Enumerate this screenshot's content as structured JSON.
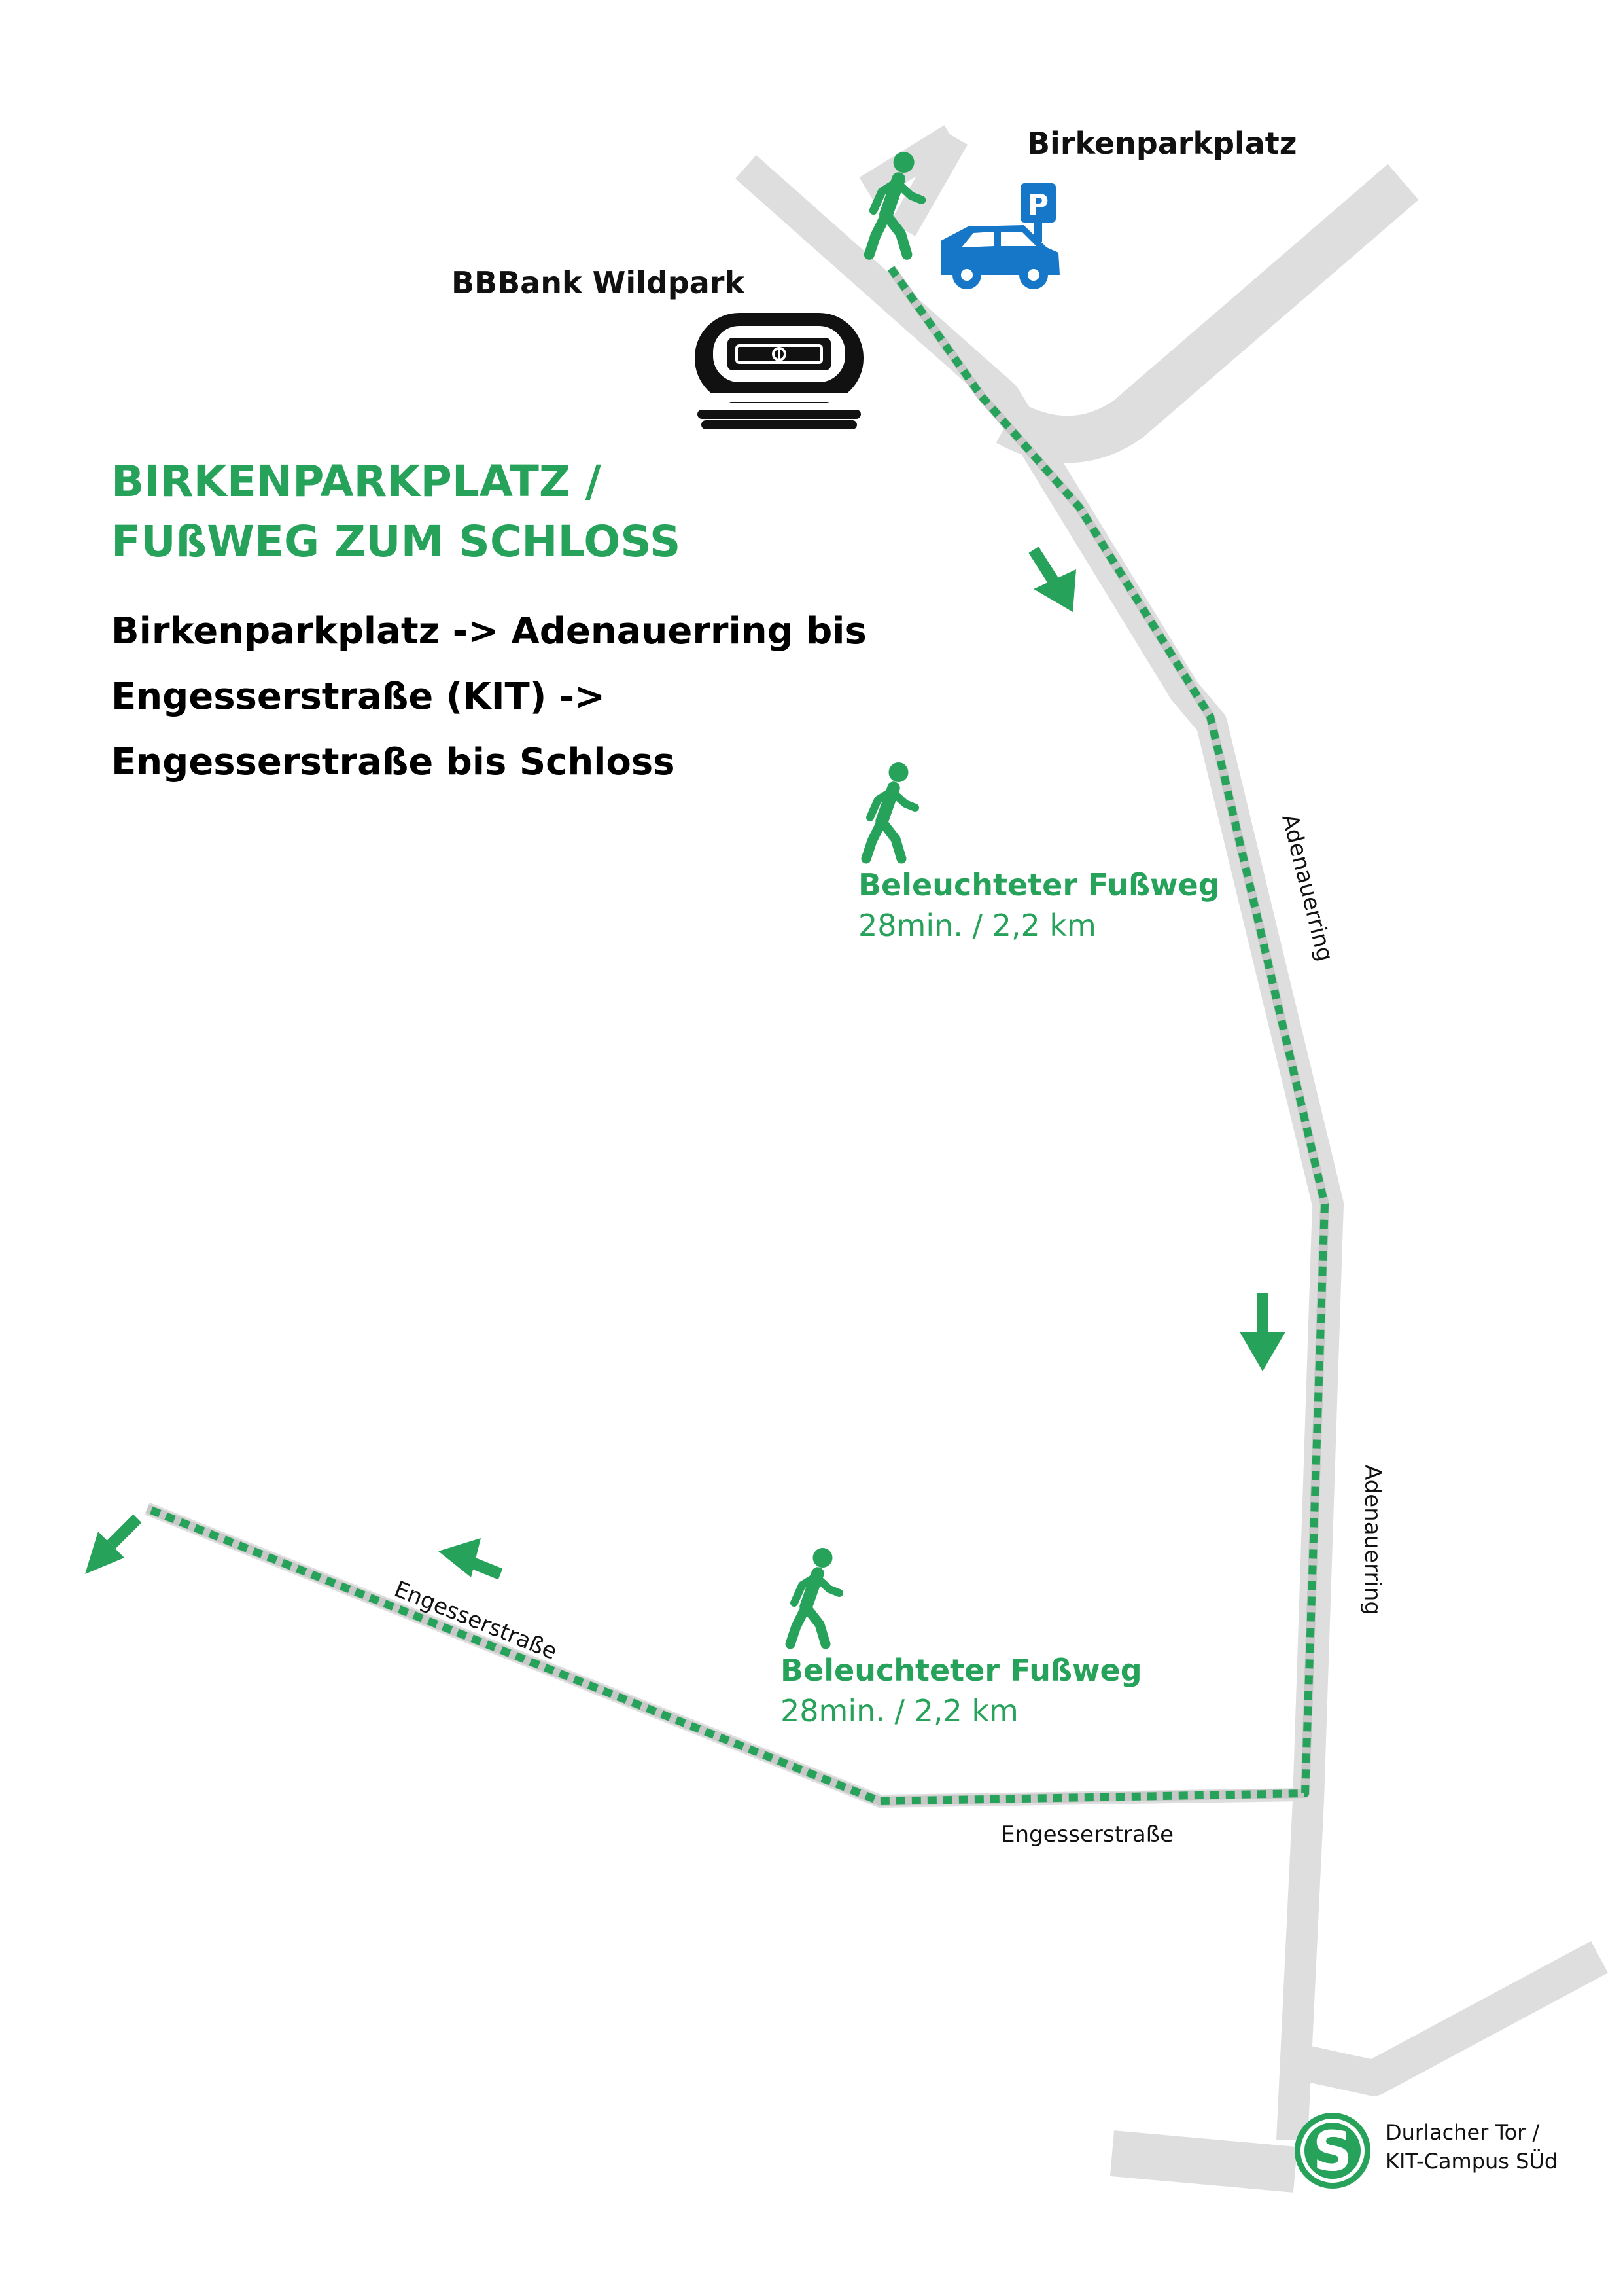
{
  "heading": {
    "line1": "BIRKENPARKPLATZ /",
    "line2": "FUßWEG ZUM SCHLOSS"
  },
  "description": {
    "line1": "Birkenparkplatz -> Adenauerring bis",
    "line2": "Engesserstraße (KIT) ->",
    "line3": "Engesserstraße bis Schloss"
  },
  "places": {
    "parking": "Birkenparkplatz",
    "parking_sign": "P",
    "stadium": "BBBank Wildpark"
  },
  "walk_info": [
    {
      "title": "Beleuchteter Fußweg",
      "detail": "28min. / 2,2 km"
    },
    {
      "title": "Beleuchteter Fußweg",
      "detail": "28min. / 2,2 km"
    }
  ],
  "streets": {
    "adenauerring_upper": "Adenauerring",
    "adenauerring_lower": "Adenauerring",
    "engesser_diagonal": "Engesserstraße",
    "engesser_straight": "Engesserstraße"
  },
  "station": {
    "badge": "S",
    "line1": "Durlacher Tor /",
    "line2": "KIT-Campus SÜd"
  },
  "icons": [
    "walking-person-icon",
    "car-icon",
    "parking-sign-icon",
    "stadium-icon",
    "direction-arrow-icon",
    "s-bahn-icon"
  ],
  "colors": {
    "route": "#27a25a",
    "road": "#dedede",
    "parking": "#1677c8",
    "stadium": "#111111"
  }
}
